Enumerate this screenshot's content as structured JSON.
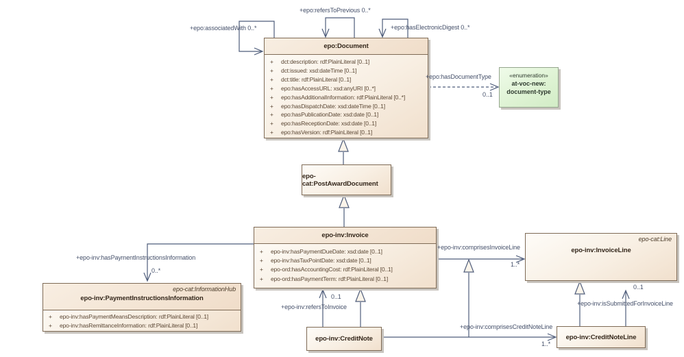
{
  "colors": {
    "box_border": "#7e6a55",
    "box_fill_light": "#fefcf8",
    "box_fill_dark": "#f1e0cd",
    "enum_fill": "#ddf2d2",
    "enum_border": "#94a58c",
    "connector": "#4e5c7a",
    "label_text": "#45506a",
    "attribute_text": "#5b4734",
    "title_text": "#33261a"
  },
  "classes": {
    "document": {
      "title": "epo:Document",
      "attributes": [
        {
          "v": "+",
          "t": "dct:description: rdf:PlainLiteral [0..1]"
        },
        {
          "v": "+",
          "t": "dct:issued: xsd:dateTime [0..1]"
        },
        {
          "v": "+",
          "t": "dct:title: rdf:PlainLiteral [0..1]"
        },
        {
          "v": "+",
          "t": "epo:hasAccessURL: xsd:anyURI [0..*]"
        },
        {
          "v": "+",
          "t": "epo:hasAdditionalInformation: rdf:PlainLiteral [0..*]"
        },
        {
          "v": "+",
          "t": "epo:hasDispatchDate: xsd:dateTime [0..1]"
        },
        {
          "v": "+",
          "t": "epo:hasPublicationDate: xsd:date [0..1]"
        },
        {
          "v": "+",
          "t": "epo:hasReceptionDate: xsd:date [0..1]"
        },
        {
          "v": "+",
          "t": "epo:hasVersion: rdf:PlainLiteral [0..1]"
        }
      ]
    },
    "postAwardDocument": {
      "title": "epo-cat:PostAwardDocument"
    },
    "invoice": {
      "title": "epo-inv:Invoice",
      "attributes": [
        {
          "v": "+",
          "t": "epo-inv:hasPaymentDueDate: xsd:date [0..1]"
        },
        {
          "v": "+",
          "t": "epo-inv:hasTaxPointDate: xsd:date [0..1]"
        },
        {
          "v": "+",
          "t": "epo-ord:hasAccountingCost: rdf:PlainLiteral [0..1]"
        },
        {
          "v": "+",
          "t": "epo-ord:hasPaymentTerm: rdf:PlainLiteral [0..1]"
        }
      ]
    },
    "paymentInstructionsInformation": {
      "stereotype": "epo-cat:InformationHub",
      "title": "epo-inv:PaymentInstructionsInformation",
      "attributes": [
        {
          "v": "+",
          "t": "epo-inv:hasPaymentMeansDescription: rdf:PlainLiteral [0..1]"
        },
        {
          "v": "+",
          "t": "epo-inv:hasRemittanceInformation: rdf:PlainLiteral [0..1]"
        }
      ]
    },
    "invoiceLine": {
      "stereotype": "epo-cat:Line",
      "title": "epo-inv:InvoiceLine"
    },
    "creditNote": {
      "title": "epo-inv:CreditNote"
    },
    "creditNoteLine": {
      "title": "epo-inv:CreditNoteLine"
    }
  },
  "enumeration": {
    "stereotype": "«enumeration»",
    "name_line1": "at-voc-new:",
    "name_line2": "document-type"
  },
  "associations": {
    "refersToPrevious": {
      "label": "+epo:refersToPrevious 0..*"
    },
    "associatedWith": {
      "label": "+epo:associatedWith 0..*"
    },
    "hasElectronicDigest": {
      "label": "+epo:hasElectronicDigest 0..*"
    },
    "hasDocumentType": {
      "label": "+epo:hasDocumentType",
      "multiplicity": "0..1"
    },
    "comprisesInvoiceLine": {
      "label": "+epo-inv:comprisesInvoiceLine",
      "multiplicity": "1..*"
    },
    "hasPaymentInstructionsInformation": {
      "label": "+epo-inv:hasPaymentInstructionsInformation",
      "multiplicity": "0..*"
    },
    "refersToInvoice": {
      "label": "+epo-inv:refersToInvoice",
      "multiplicity": "0..1"
    },
    "comprisesCreditNoteLine": {
      "label": "+epo-inv:comprisesCreditNoteLine",
      "multiplicity": "1..*"
    },
    "isSubmittedForInvoiceLine": {
      "label": "+epo-inv:isSubmittedForInvoiceLine",
      "multiplicity": "0..1"
    }
  }
}
